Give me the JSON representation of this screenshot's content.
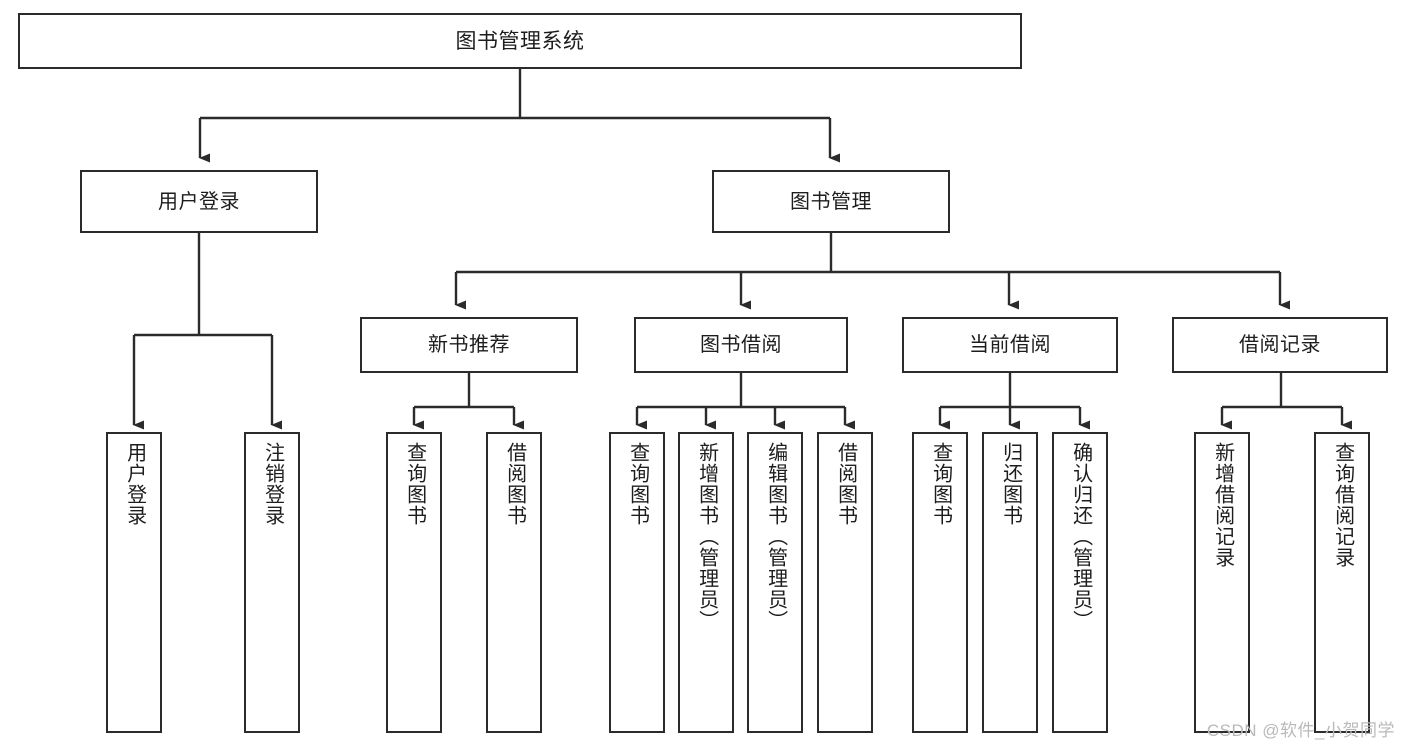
{
  "diagram": {
    "title": "图书管理系统",
    "type": "功能结构图",
    "colors": {
      "box_border": "#2b2b2b",
      "box_fill": "#ffffff",
      "edge": "#2b2b2b",
      "text": "#1d1d1d",
      "watermark": "#b9b9b9",
      "background": "#ffffff"
    },
    "root": {
      "label": "图书管理系统",
      "orientation": "horizontal"
    },
    "level2": [
      {
        "label": "用户登录",
        "orientation": "horizontal"
      },
      {
        "label": "图书管理",
        "orientation": "horizontal"
      }
    ],
    "level3": [
      {
        "label": "新书推荐",
        "orientation": "horizontal"
      },
      {
        "label": "图书借阅",
        "orientation": "horizontal"
      },
      {
        "label": "当前借阅",
        "orientation": "horizontal"
      },
      {
        "label": "借阅记录",
        "orientation": "horizontal"
      }
    ],
    "leaves": {
      "user_login": [
        {
          "label": "用户登录",
          "orientation": "vertical"
        },
        {
          "label": "注销登录",
          "orientation": "vertical"
        }
      ],
      "new_book_recommend": [
        {
          "label": "查询图书",
          "orientation": "vertical"
        },
        {
          "label": "借阅图书",
          "orientation": "vertical"
        }
      ],
      "book_borrow": [
        {
          "label": "查询图书",
          "orientation": "vertical"
        },
        {
          "label": "新增图书（管理员）",
          "orientation": "vertical"
        },
        {
          "label": "编辑图书（管理员）",
          "orientation": "vertical"
        },
        {
          "label": "借阅图书",
          "orientation": "vertical"
        }
      ],
      "current_borrow": [
        {
          "label": "查询图书",
          "orientation": "vertical"
        },
        {
          "label": "归还图书",
          "orientation": "vertical"
        },
        {
          "label": "确认归还（管理员）",
          "orientation": "vertical"
        }
      ],
      "borrow_record": [
        {
          "label": "新增借阅记录",
          "orientation": "vertical"
        },
        {
          "label": "查询借阅记录",
          "orientation": "vertical"
        }
      ]
    },
    "watermark": "CSDN @软件_小贺同学"
  }
}
